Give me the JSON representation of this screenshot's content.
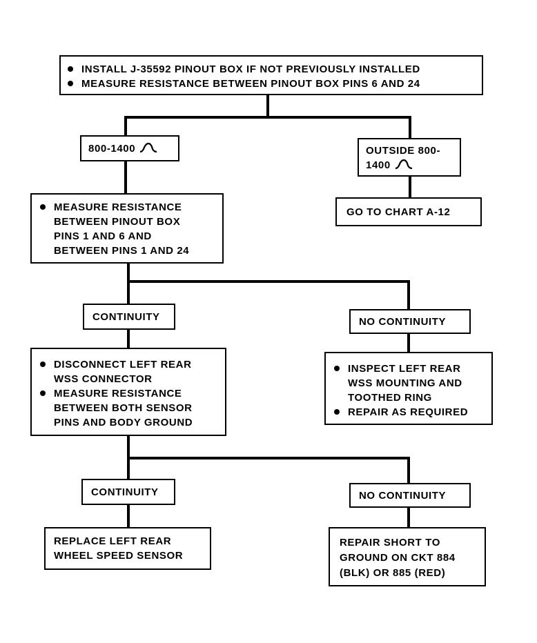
{
  "start": {
    "lines": [
      "INSTALL J-35592 PINOUT BOX IF NOT PREVIOUSLY INSTALLED",
      "MEASURE RESISTANCE BETWEEN PINOUT BOX PINS 6 AND 24"
    ]
  },
  "range_ok": {
    "label": "800-1400",
    "symbol": "ohm-waveform-icon"
  },
  "range_out": {
    "line1": "OUTSIDE 800-",
    "line2": "1400",
    "symbol": "ohm-waveform-icon"
  },
  "chart_a12": {
    "text": "GO TO CHART A-12"
  },
  "measure_pins": {
    "lines": [
      "MEASURE RESISTANCE",
      "BETWEEN PINOUT BOX",
      "PINS 1 AND 6 AND",
      "BETWEEN PINS 1 AND 24"
    ]
  },
  "continuity_1": {
    "text": "CONTINUITY"
  },
  "no_continuity_1": {
    "text": "NO CONTINUITY"
  },
  "disconnect": {
    "item1": [
      "DISCONNECT LEFT REAR",
      "WSS CONNECTOR"
    ],
    "item2": [
      "MEASURE RESISTANCE",
      "BETWEEN BOTH SENSOR",
      "PINS AND BODY GROUND"
    ]
  },
  "inspect": {
    "item1": [
      "INSPECT LEFT REAR",
      "WSS MOUNTING AND",
      "TOOTHED RING"
    ],
    "item2": [
      "REPAIR AS REQUIRED"
    ]
  },
  "continuity_2": {
    "text": "CONTINUITY"
  },
  "no_continuity_2": {
    "text": "NO CONTINUITY"
  },
  "replace": {
    "lines": [
      "REPLACE LEFT REAR",
      "WHEEL SPEED SENSOR"
    ]
  },
  "repair_short": {
    "lines": [
      "REPAIR SHORT TO",
      "GROUND ON CKT 884",
      "(BLK) OR 885 (RED)"
    ]
  }
}
